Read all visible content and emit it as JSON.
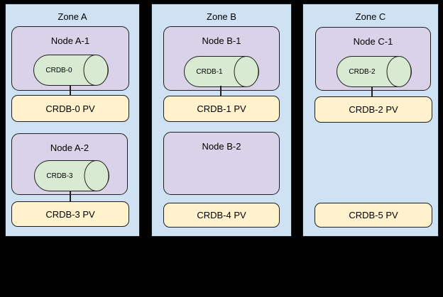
{
  "diagram": {
    "title": "CockroachDB zones, nodes and persistent volumes diagram",
    "background": "#000000",
    "colors": {
      "zone_fill": "#cfe2f3",
      "node_fill": "#d9d2e9",
      "pod_fill": "#d9ead3",
      "pv_fill": "#fff2cc",
      "border": "#1f1f1f"
    },
    "zones": [
      {
        "label": "Zone A",
        "nodes": [
          {
            "label": "Node A-1",
            "pod": "CRDB-0",
            "pv": "CRDB-0 PV",
            "connected": true
          },
          {
            "label": "Node A-2",
            "pod": "CRDB-3",
            "pv": "CRDB-3 PV",
            "connected": true
          }
        ]
      },
      {
        "label": "Zone B",
        "nodes": [
          {
            "label": "Node B-1",
            "pod": "CRDB-1",
            "pv": "CRDB-1 PV",
            "connected": true
          },
          {
            "label": "Node B-2",
            "pod": null,
            "pv": "CRDB-4 PV",
            "connected": false
          }
        ]
      },
      {
        "label": "Zone C",
        "nodes": [
          {
            "label": "Node C-1",
            "pod": "CRDB-2",
            "pv": "CRDB-2 PV",
            "connected": true
          },
          {
            "label": null,
            "pod": null,
            "pv": "CRDB-5 PV",
            "connected": false
          }
        ]
      }
    ]
  }
}
